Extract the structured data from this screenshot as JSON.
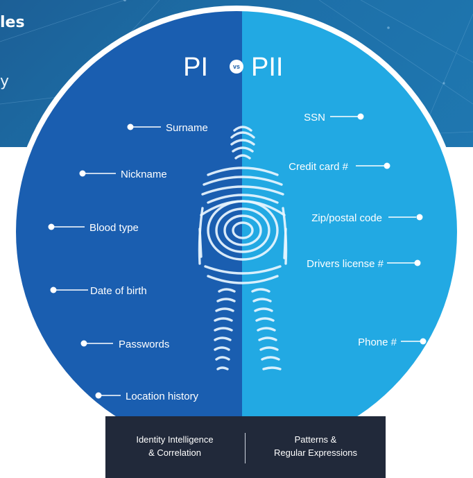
{
  "banner": {
    "title_fragment": "les",
    "subtitle_fragment": "y"
  },
  "header": {
    "left": "PI",
    "vs": "vs",
    "right": "PII"
  },
  "pi_items": [
    "Surname",
    "Nickname",
    "Blood type",
    "Date of birth",
    "Passwords",
    "Location history"
  ],
  "pii_items": [
    "SSN",
    "Credit card #",
    "Zip/postal code",
    "Drivers license #",
    "Phone #"
  ],
  "footer": {
    "left_line1": "Identity Intelligence",
    "left_line2": "& Correlation",
    "right_line1": "Patterns &",
    "right_line2": "Regular Expressions"
  },
  "colors": {
    "pi_side": "#1a5eb0",
    "pii_side": "#22a9e3",
    "banner": "#1d6fa8",
    "footer": "#21293a"
  }
}
